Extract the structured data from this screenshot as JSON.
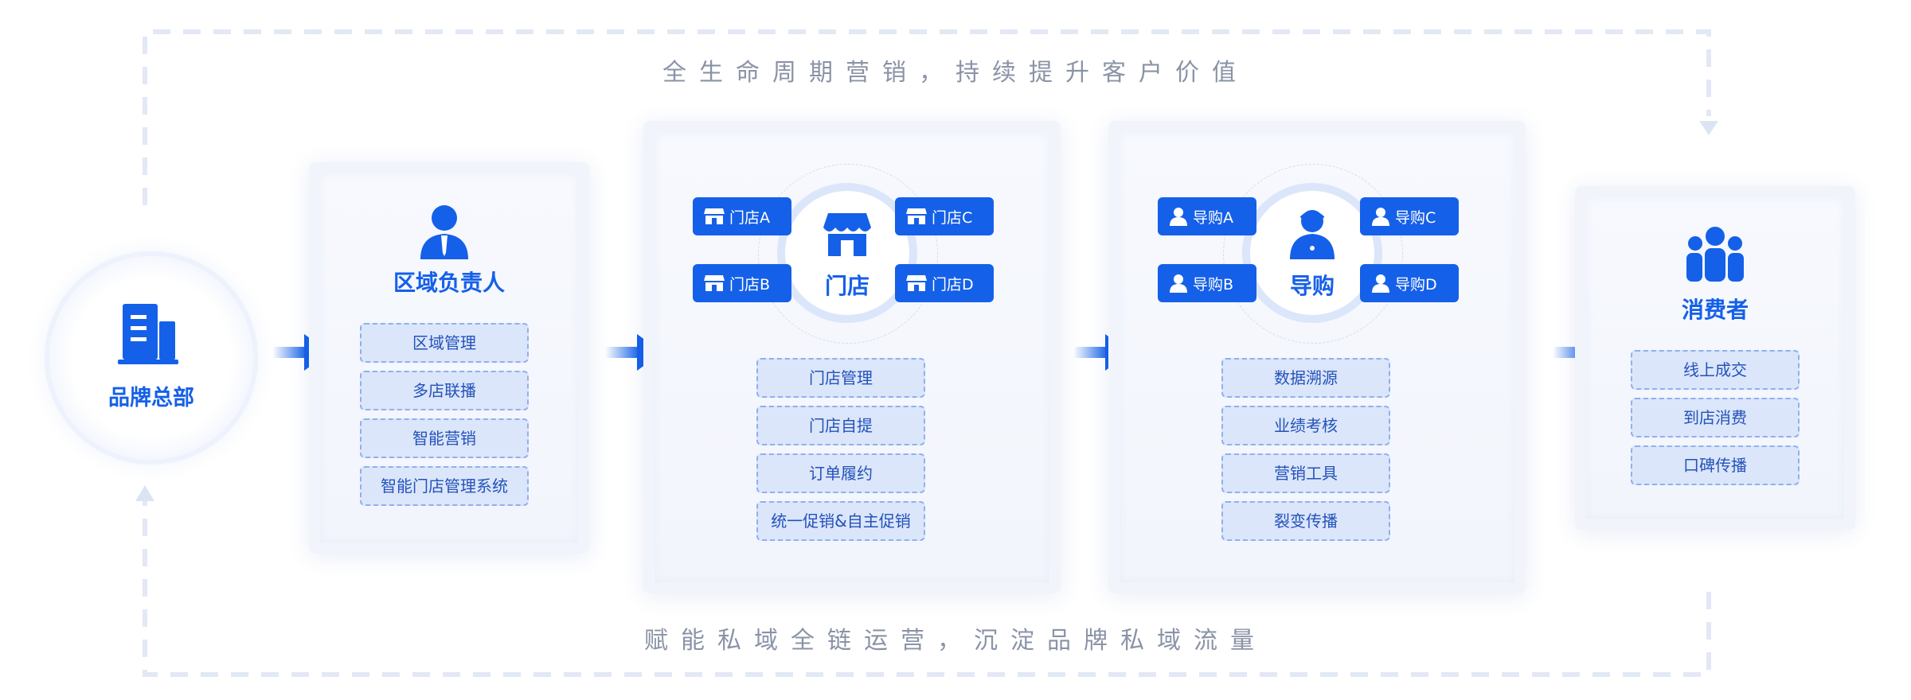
{
  "captions": {
    "top": "全生命周期营销，持续提升客户价值",
    "bottom": "赋能私域全链运营，沉淀品牌私域流量"
  },
  "hq": {
    "label": "品牌总部",
    "icon": "building-icon"
  },
  "regional": {
    "title": "区域负责人",
    "icon": "manager-icon",
    "items": [
      "区域管理",
      "多店联播",
      "智能营销",
      "智能门店管理系统"
    ]
  },
  "stores": {
    "title": "门店",
    "icon": "store-icon",
    "badges": [
      "门店A",
      "门店C",
      "门店B",
      "门店D"
    ],
    "items": [
      "门店管理",
      "门店自提",
      "订单履约",
      "统一促销&自主促销"
    ]
  },
  "guides": {
    "title": "导购",
    "icon": "guide-icon",
    "badges": [
      "导购A",
      "导购C",
      "导购B",
      "导购D"
    ],
    "items": [
      "数据溯源",
      "业绩考核",
      "营销工具",
      "裂变传播"
    ]
  },
  "consumers": {
    "title": "消费者",
    "icon": "group-icon",
    "items": [
      "线上成交",
      "到店消费",
      "口碑传播"
    ]
  },
  "colors": {
    "primary": "#1560e8",
    "chip_bg": "#dbe6fb",
    "chip_border": "#8fb0ee",
    "caption": "#8a93a6",
    "loop_dash": "#e2e8f5"
  }
}
